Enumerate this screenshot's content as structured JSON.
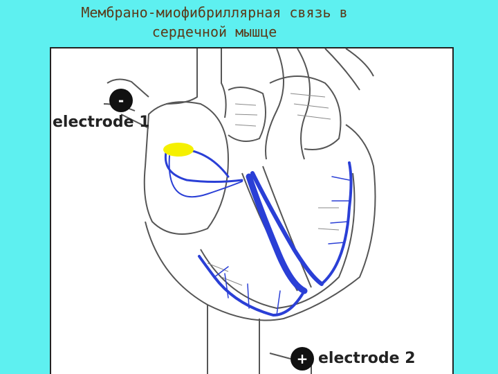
{
  "title_line1": "Мембрано-миофибриллярная связь в",
  "title_line2": "сердечной мышце",
  "electrode1": {
    "sign": "-",
    "label": "electrode 1"
  },
  "electrode2": {
    "sign": "+",
    "label": "electrode 2"
  },
  "colors": {
    "background": "#5ef0f0",
    "conduction": "#2a3fd6",
    "sa_node": "#f5f000",
    "outline": "#555555"
  }
}
